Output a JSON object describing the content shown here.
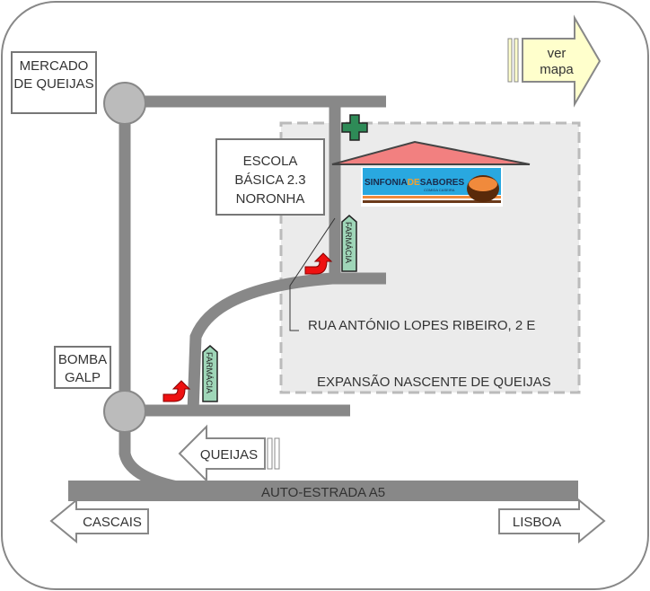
{
  "map": {
    "places": {
      "mercado": [
        "MERCADO",
        "DE QUEIJAS"
      ],
      "escola": [
        "ESCOLA",
        "BÁSICA 2.3",
        "NORONHA"
      ],
      "bomba": [
        "BOMBA",
        "GALP"
      ]
    },
    "ver_mapa": [
      "ver",
      "mapa"
    ],
    "address": "RUA ANTÓNIO LOPES RIBEIRO, 2 E",
    "area_label": "EXPANSÃO NASCENTE DE QUEIJAS",
    "highway": "AUTO-ESTRADA A5",
    "directions": {
      "queijas": "QUEIJAS",
      "cascais": "CASCAIS",
      "lisboa": "LISBOA"
    },
    "pharmacy": "FARMÁCIA",
    "logo": {
      "name_a": "SINFONIA",
      "name_b": "DE",
      "name_c": "SABORES",
      "tagline": "COMIDA CASEIRA"
    },
    "colors": {
      "road": "#888888",
      "area": "#ebebeb",
      "roof": "#f28080",
      "pharmacy": "#9fd6b8",
      "cross": "#2e8b57",
      "turn_arrow": "#ee1111",
      "ver_mapa": "#ffffcc",
      "logo_bg": "#29a8e0"
    }
  }
}
